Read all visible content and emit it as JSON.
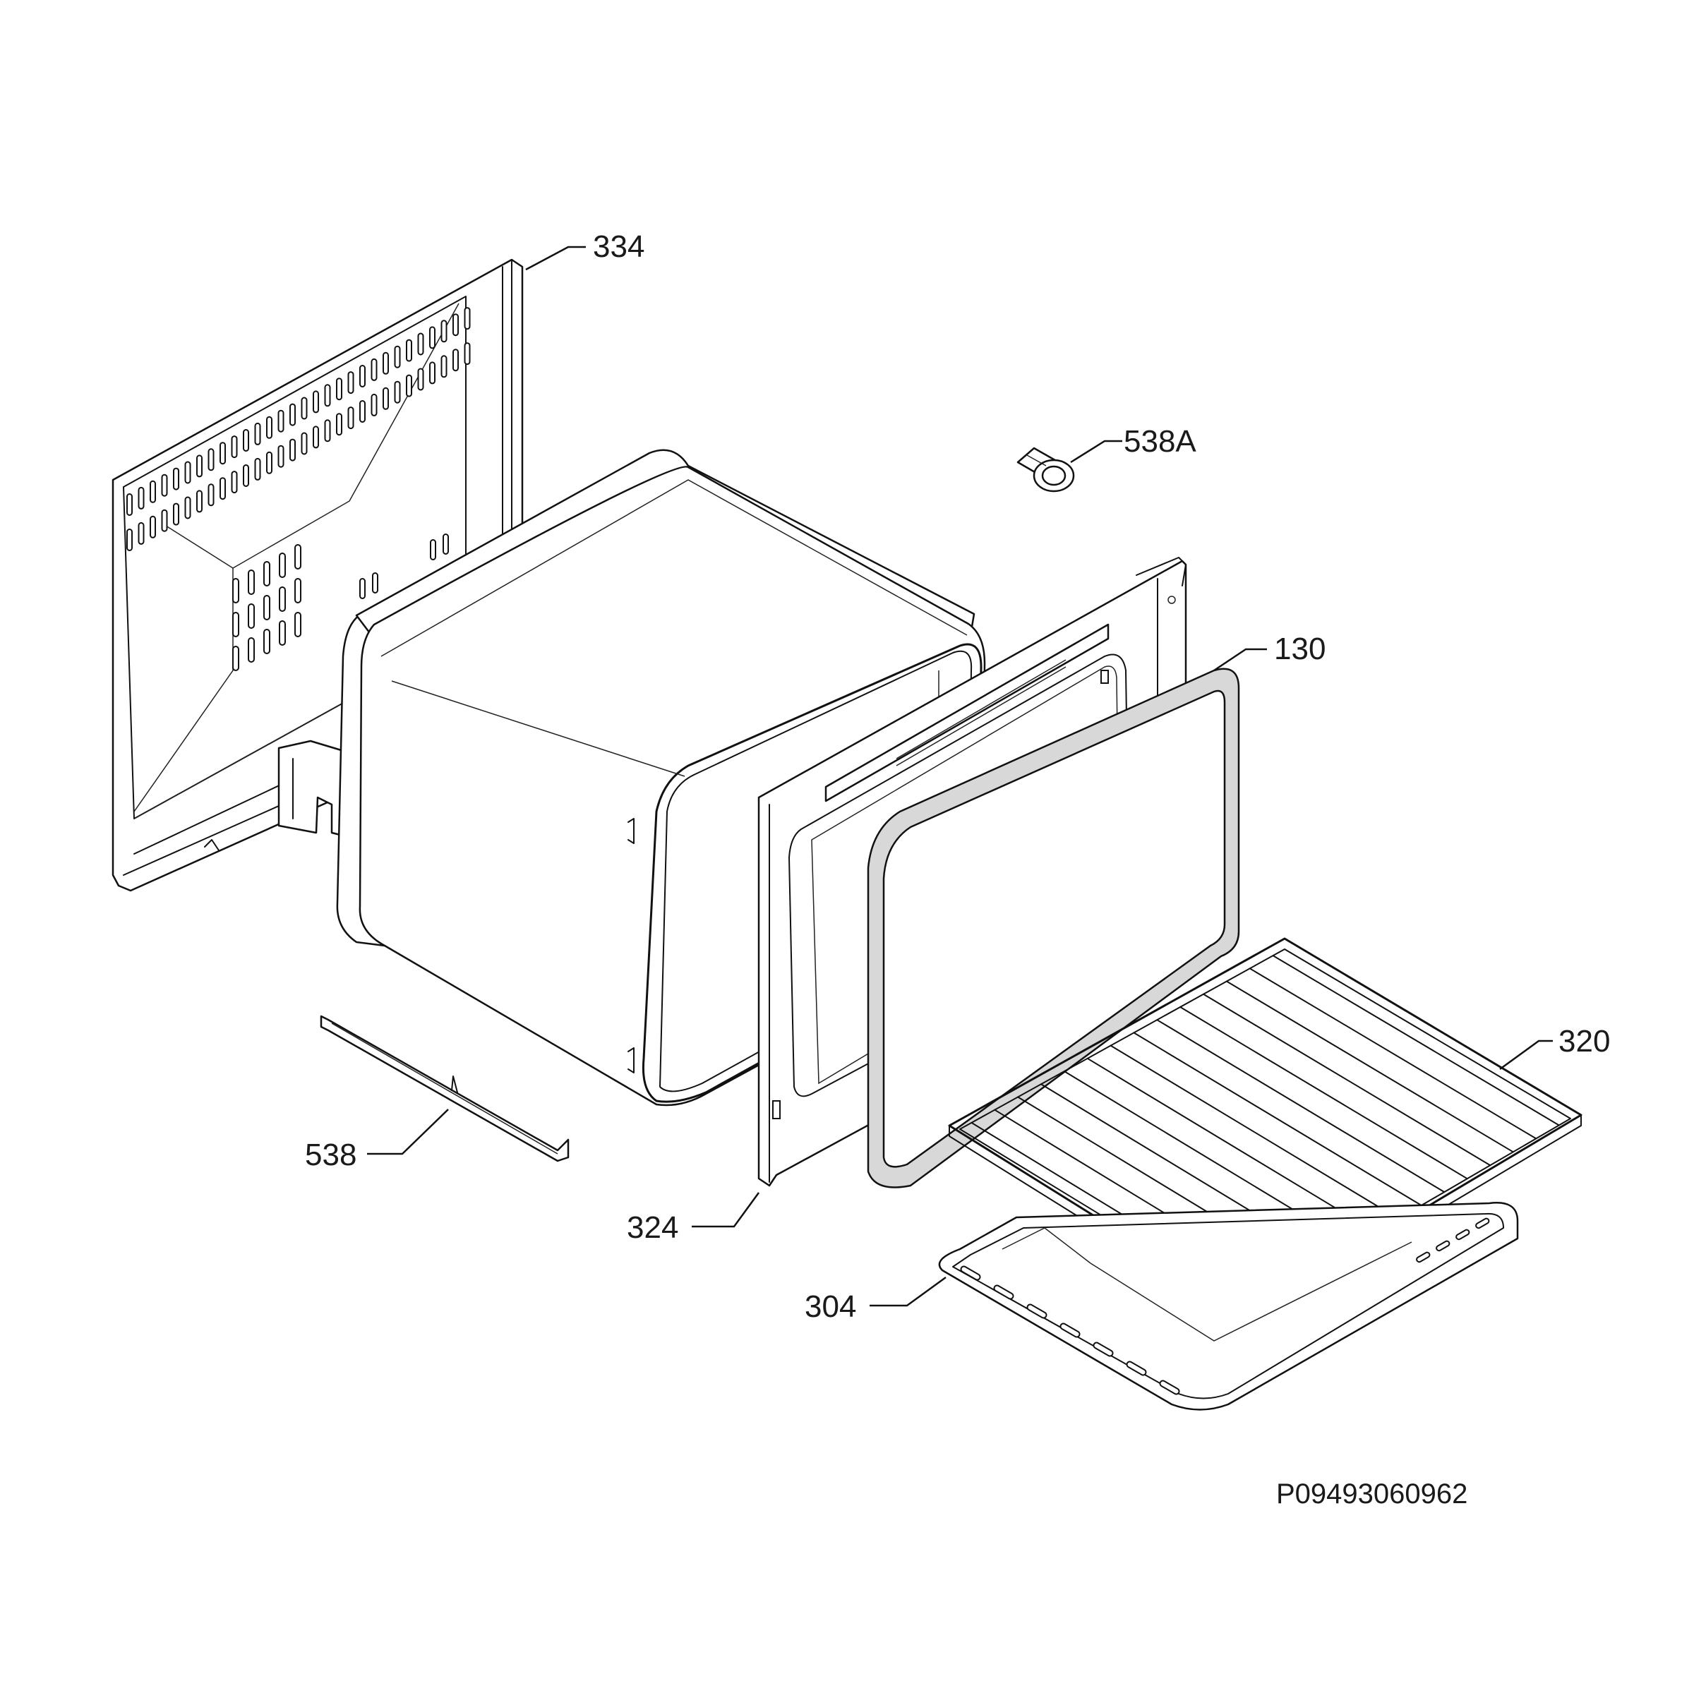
{
  "diagram": {
    "parts": [
      {
        "id": "334",
        "label": "334",
        "name": "back-panel"
      },
      {
        "id": "538A",
        "label": "538A",
        "name": "lamp-holder"
      },
      {
        "id": "130",
        "label": "130",
        "name": "door-gasket"
      },
      {
        "id": "320",
        "label": "320",
        "name": "wire-shelf"
      },
      {
        "id": "538",
        "label": "538",
        "name": "bottom-strip"
      },
      {
        "id": "324",
        "label": "324",
        "name": "front-frame"
      },
      {
        "id": "304",
        "label": "304",
        "name": "baking-tray"
      }
    ],
    "drawing_code": "P09493060962"
  }
}
